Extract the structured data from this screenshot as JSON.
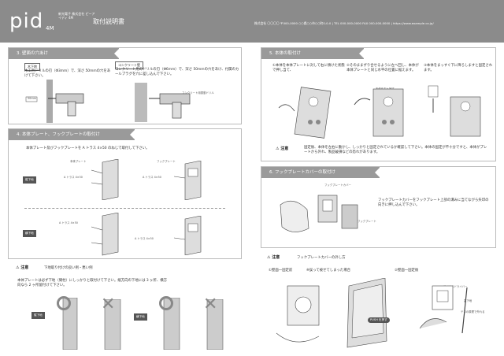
{
  "header": {
    "logo": "pid",
    "logo_sub": "4M",
    "logo_tag": "新光電子 株式会社 ピーアイディ 4M",
    "title": "取付説明書",
    "info": "株式会社 〇〇〇〇  〒000-0000 ○○県○○市○○町0-0-0  |  TEL 000-000-0000  FAX 000-000-0000  |  https://www.example.co.jp/"
  },
  "s3": {
    "title": "3. 壁面の穴あけ",
    "wood": {
      "tag": "木下地",
      "text": "木工用ドリルの刃（Φ3mm）で、深さ 50mmの穴をあけて下さい。"
    },
    "concrete": {
      "tag": "コンクリート壁",
      "text": "コンクリート用のドリルの刃（Φ6mm）で、深さ 50mmの穴をあけ、付属のカールプラグを穴に差し込んで下さい。",
      "note": "コンクリート用振動ドリル"
    },
    "wood_note": "50mm"
  },
  "s4": {
    "title": "4. 本体プレート、フックプレートの取付け",
    "text": "本体プレート及びフックプレートを A トラス 4×50 のねじで取付して下さい。",
    "vertical": "縦下地",
    "horizontal": "横下地",
    "labels": {
      "body_plate": "本体プレート",
      "hook_plate": "フックプレート",
      "screw1": "A トラス 4×50",
      "screw2": "A トラス 4×50",
      "screw3": "A トラス 4×50",
      "screw4": "A トラス 4×50"
    }
  },
  "caution1": {
    "mark": "注意",
    "title": "下地取り付けの良い例・悪い例",
    "text": "本体プレートは必ず下地（間柱）にしっかりと取付けて下さい。縦方向の下地には 3 ヶ所、横方向なら 2 ヶ所留付けて下さい。",
    "tag1": "縦下地",
    "tag2": "横下地"
  },
  "s5": {
    "title": "5. 本体の取付け",
    "step1": "①本体を本体プレートに対して右に傾けた状態で押し当て、",
    "step2": "②そのままずり合せるように左へ回し、本体が本体プレートと同じ水平の位置に据えます。",
    "step2_note": "本体を左へ回す",
    "step3": "③本体をまっすぐ下に降ろしますと固定されます。",
    "warn_mark": "注意",
    "warn_text": "固定後、本体を左右に動かし、しっかりと固定されているか確認して下さい。本体の固定が不十分ですと、本体がプレートから外れ、製品破損などの恐れがあります。"
  },
  "s6": {
    "title": "6. フックプレートカバーの取付け",
    "label_cover": "フックプレートカバー",
    "label_plate": "フックプレート",
    "text": "フックプレートカバーをフックプレート上部の溝みに当てながら矢印の向きに押し込んで下さい。"
  },
  "caution2": {
    "mark": "注意",
    "title": "フックプレートカバーの外し方",
    "step1": "①壁面一固定前",
    "step1b": "※誤って被せてしまった場合",
    "step2": "②壁面一固定後",
    "push": "PUSH を押す",
    "tool": "マイナスドライバー",
    "tool_note": "歯下地",
    "tool_note2": "テコの原理で外れる"
  }
}
